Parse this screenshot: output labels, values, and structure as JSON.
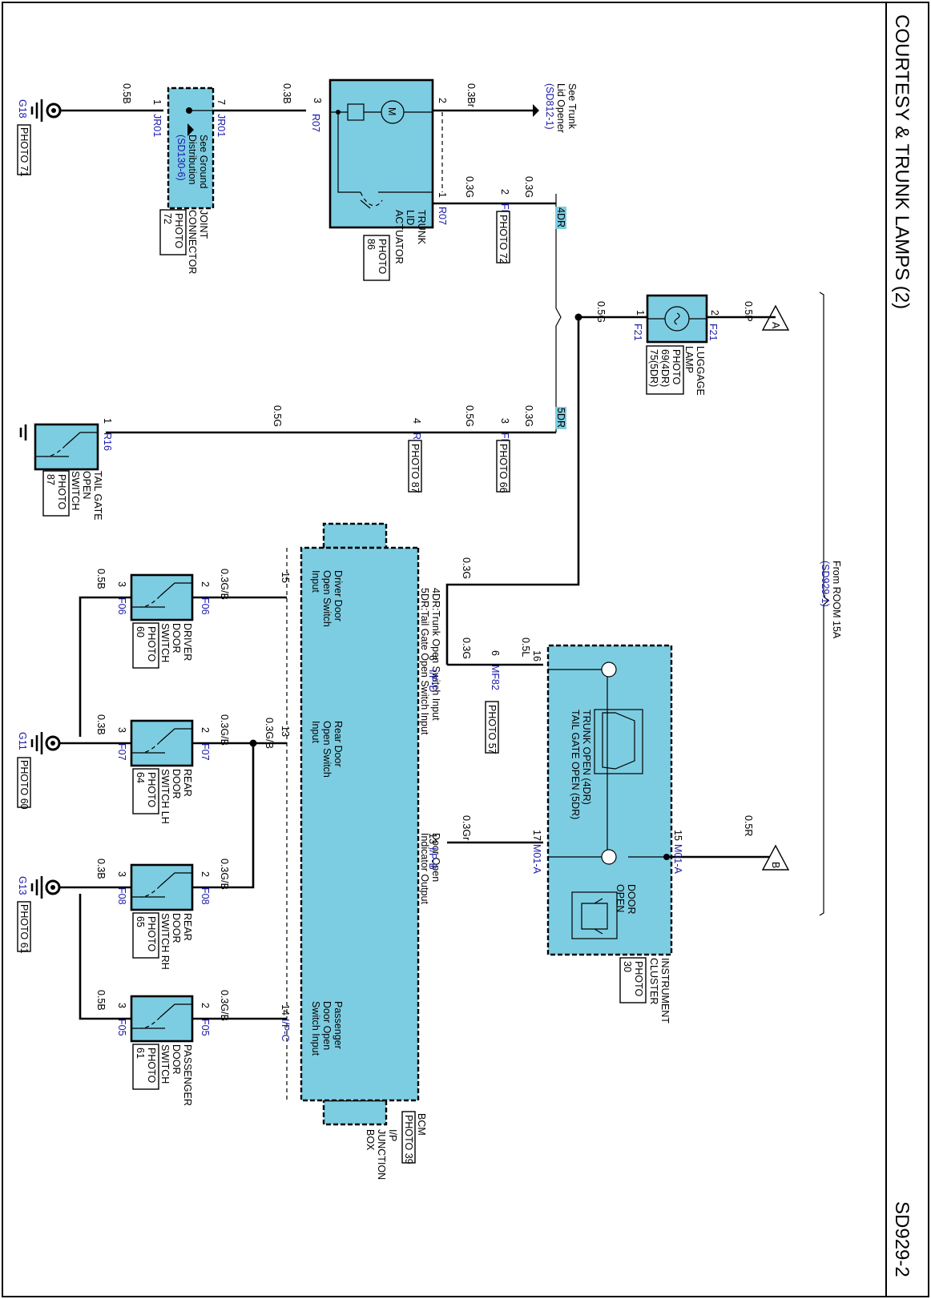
{
  "header": {
    "title": "COURTESY & TRUNK LAMPS (2)",
    "code": "SD929-2"
  },
  "feeds": {
    "a": {
      "letter": "A",
      "wire": "0.5P"
    },
    "b": {
      "letter": "B",
      "wire": "0.5R"
    },
    "from_line1": "From ROOM 15A",
    "from_line2": "(SD929-1)",
    "trunk_see1": "See Trunk",
    "trunk_see2": "Lid Opener",
    "trunk_ref": "(SD812-1)"
  },
  "grounds": {
    "g18": {
      "name": "G18",
      "photo": "PHOTO 71"
    },
    "g11": {
      "name": "G11",
      "photo": "PHOTO 60"
    },
    "g13": {
      "name": "G13",
      "photo": "PHOTO 61"
    }
  },
  "joint": {
    "lines": [
      "JOINT",
      "CONNECTOR"
    ],
    "photo": [
      "PHOTO",
      "72"
    ],
    "see1": "See Ground",
    "see2": "Distribution",
    "ref": "(SD130-6)",
    "pin_left": "1",
    "pin_right": "7",
    "conn": "JR01",
    "wire_left": "0.5B",
    "wire_right": "0.3B"
  },
  "trunk_actuator": {
    "lines": [
      "TRUNK",
      "LID",
      "ACTUATOR"
    ],
    "photo": [
      "PHOTO",
      "86"
    ],
    "conn": "R07",
    "pin3": "3",
    "pin2": "2",
    "pin1": "1",
    "wire_in": "0.3Br",
    "wire_out": "0.3G"
  },
  "fr91": {
    "name": "FR91",
    "pin": "2",
    "photo": "PHOTO 72",
    "wire": "0.3G"
  },
  "tags": {
    "four_dr": "4DR",
    "five_dr": "5DR"
  },
  "luggage_lamp": {
    "lines": [
      "LUGGAGE",
      "LAMP"
    ],
    "photo": [
      "PHOTO",
      "69(4DR)",
      "75(5DR)"
    ],
    "conn": "F21",
    "pin2": "2",
    "pin1": "1",
    "wire_out": "0.5G"
  },
  "fr92": {
    "name": "FR92",
    "pin": "3",
    "photo": "PHOTO 66",
    "wire_left": "0.5G",
    "wire_right": "0.3G"
  },
  "rr91": {
    "name": "RR91",
    "pin": "4",
    "photo": "PHOTO 87",
    "wire": "0.5G"
  },
  "tailgate": {
    "lines": [
      "TAIL GATE",
      "OPEN",
      "SWITCH"
    ],
    "photo": [
      "PHOTO",
      "87"
    ],
    "conn": "R16",
    "pin": "1"
  },
  "bcm": {
    "label": "BCM",
    "photo": "PHOTO 39",
    "box": [
      "I/P",
      "JUNCTION",
      "BOX"
    ],
    "in_trunk_1": "4DR:Trunk Open Switch Input",
    "in_trunk_2": "5DR:Tail Gate Open Switch Input",
    "in_driver": [
      "Driver Door",
      "Open Switch",
      "Input"
    ],
    "in_rear": [
      "Rear Door",
      "Open Switch",
      "Input"
    ],
    "out_door": [
      "Door Open",
      "Indicator Output"
    ],
    "in_pass": [
      "Passenger",
      "Door Open",
      "Switch Input"
    ],
    "ipd": "I/P-D",
    "ipb": "I/P-B",
    "ipc": "I/P-C",
    "pin6": "6",
    "pin15": "15",
    "pin13a": "13",
    "pin13b": "13",
    "pin14": "14",
    "wire_trunk": "0.3G"
  },
  "mf82": {
    "name": "MF82",
    "pin": "6",
    "photo": "PHOTO 57",
    "wire_left": "0.3G",
    "wire_right": "0.5L"
  },
  "cluster": {
    "lines": [
      "INSTRUMENT",
      "CLUSTER"
    ],
    "photo": [
      "PHOTO",
      "30"
    ],
    "trunk_text1": "TRUNK OPEN (4DR)",
    "trunk_text2": "TAIL GATE OPEN  (5DR)",
    "door_text1": "DOOR",
    "door_text2": "OPEN",
    "conn_a": "M01-A",
    "pin16": "16",
    "pin17": "17",
    "pin15": "15",
    "wire17": "0.3Gr"
  },
  "switches": [
    {
      "lines": [
        "DRIVER",
        "DOOR",
        "SWITCH"
      ],
      "photo": [
        "PHOTO",
        "60"
      ],
      "conn": "F06",
      "wire_left": "0.5B",
      "wire_right": "0.3G/B"
    },
    {
      "lines": [
        "REAR",
        "DOOR",
        "SWITCH LH"
      ],
      "photo": [
        "PHOTO",
        "64"
      ],
      "conn": "F07",
      "wire_left": "0.3B",
      "wire_right": "0.3G/B"
    },
    {
      "lines": [
        "REAR",
        "DOOR",
        "SWITCH RH"
      ],
      "photo": [
        "PHOTO",
        "65"
      ],
      "conn": "F08",
      "wire_left": "0.3B",
      "wire_right": "0.3G/B"
    },
    {
      "lines": [
        "PASSENGER",
        "DOOR",
        "SWITCH"
      ],
      "photo": [
        "PHOTO",
        "61"
      ],
      "conn": "F05",
      "wire_left": "0.5B",
      "wire_right": "0.3G/B"
    }
  ],
  "pins": {
    "two": "2",
    "three": "3"
  },
  "rear_junction_wire": "0.3G/B",
  "colors": {
    "component": "#7dcde2",
    "connector_label": "#1a1aa8",
    "wire": "#000000"
  }
}
